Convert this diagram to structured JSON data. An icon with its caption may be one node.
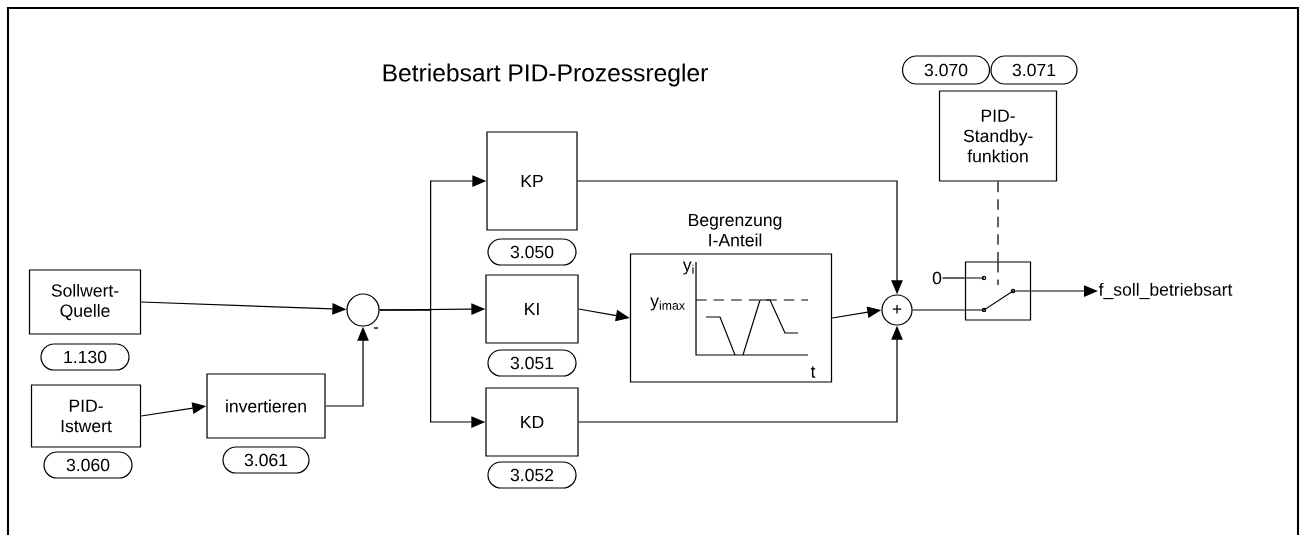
{
  "diagram": {
    "title": "Betriebsart PID-Prozessregler",
    "nodes": [
      {
        "text": [
          "Sollwert- Quelle"
        ]
      },
      {
        "text": [
          "1.130"
        ]
      },
      {
        "text": [
          "PID- Istwert"
        ]
      },
      {
        "text": [
          "3.060"
        ]
      },
      {
        "text": [
          "invertieren"
        ]
      },
      {
        "text": [
          "3.061"
        ]
      },
      {
        "text": [],
        "shape": "circle"
      },
      {
        "text": [
          "KP"
        ]
      },
      {
        "text": [
          "3.050"
        ]
      },
      {
        "text": [
          "KI"
        ]
      },
      {
        "text": [
          "3.051"
        ]
      },
      {
        "text": [
          "KD"
        ]
      },
      {
        "text": [
          "3.052"
        ]
      },
      {
        "text": [
          "Begrenzung I-Anteil",
          "y$_{i}$",
          "y$_{imax}$",
          "t"
        ]
      },
      {
        "text": [
          "+"
        ]
      },
      {
        "text": [
          "3.070"
        ]
      },
      {
        "text": [
          "3.071"
        ]
      },
      {
        "text": [
          "PID- Standby- funktion"
        ]
      },
      {
        "text": [],
        "shape": "box"
      },
      {
        "text": [
          "0"
        ]
      },
      {
        "text": [
          "f_soll_betriebsart"
        ]
      }
    ],
    "edges": [
      {
        "from": 0,
        "to": 6,
        "arrow": "to"
      },
      {
        "from": 2,
        "to": 4,
        "arrow": "to"
      },
      {
        "from": 4,
        "to": 6,
        "arrow": "to",
        "label": "-"
      },
      {
        "from": 6,
        "to": 7,
        "arrow": "to"
      },
      {
        "from": 6,
        "to": 9,
        "arrow": "to"
      },
      {
        "from": 6,
        "to": 11,
        "arrow": "to"
      },
      {
        "from": 9,
        "to": 13,
        "arrow": "to"
      },
      {
        "from": 7,
        "to": 14,
        "arrow": "to"
      },
      {
        "from": 13,
        "to": 14,
        "arrow": "to"
      },
      {
        "from": 11,
        "to": 14,
        "arrow": "to"
      },
      {
        "from": 14,
        "to": 18,
        "arrow": "none"
      },
      {
        "from": 19,
        "to": 18,
        "arrow": "none"
      },
      {
        "from": 17,
        "to": 18,
        "arrow": "none",
        "style": "dashed"
      },
      {
        "from": 18,
        "to": 20,
        "arrow": "to"
      }
    ]
  }
}
